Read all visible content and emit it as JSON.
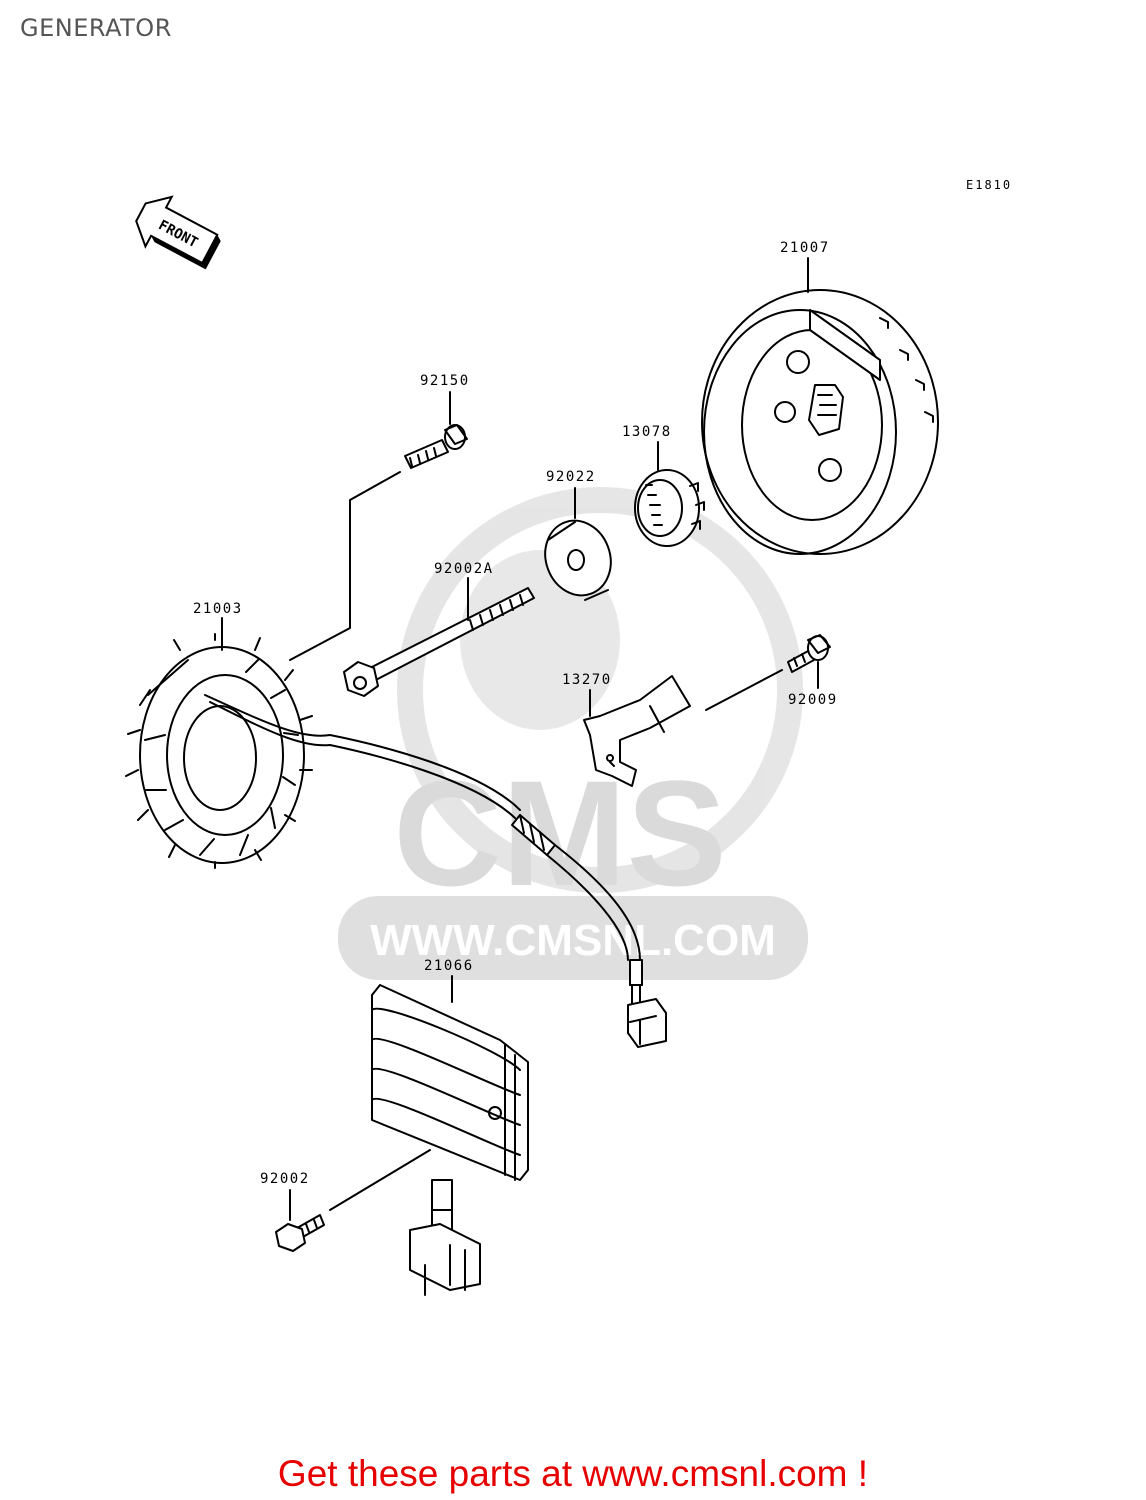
{
  "title": "GENERATOR",
  "diagram_code": "E1810",
  "front_arrow_label": "FRONT",
  "watermark": {
    "brand": "CMS",
    "url": "WWW.CMSNL.COM",
    "color": "#d9d9d9"
  },
  "parts": [
    {
      "id": "21007",
      "label": "21007"
    },
    {
      "id": "92150",
      "label": "92150"
    },
    {
      "id": "13078",
      "label": "13078"
    },
    {
      "id": "92022",
      "label": "92022"
    },
    {
      "id": "92002A",
      "label": "92002A"
    },
    {
      "id": "21003",
      "label": "21003"
    },
    {
      "id": "13270",
      "label": "13270"
    },
    {
      "id": "92009",
      "label": "92009"
    },
    {
      "id": "21066",
      "label": "21066"
    },
    {
      "id": "92002",
      "label": "92002"
    }
  ],
  "footer": {
    "text": "Get these parts at www.cmsnl.com !",
    "color": "#e60000"
  }
}
